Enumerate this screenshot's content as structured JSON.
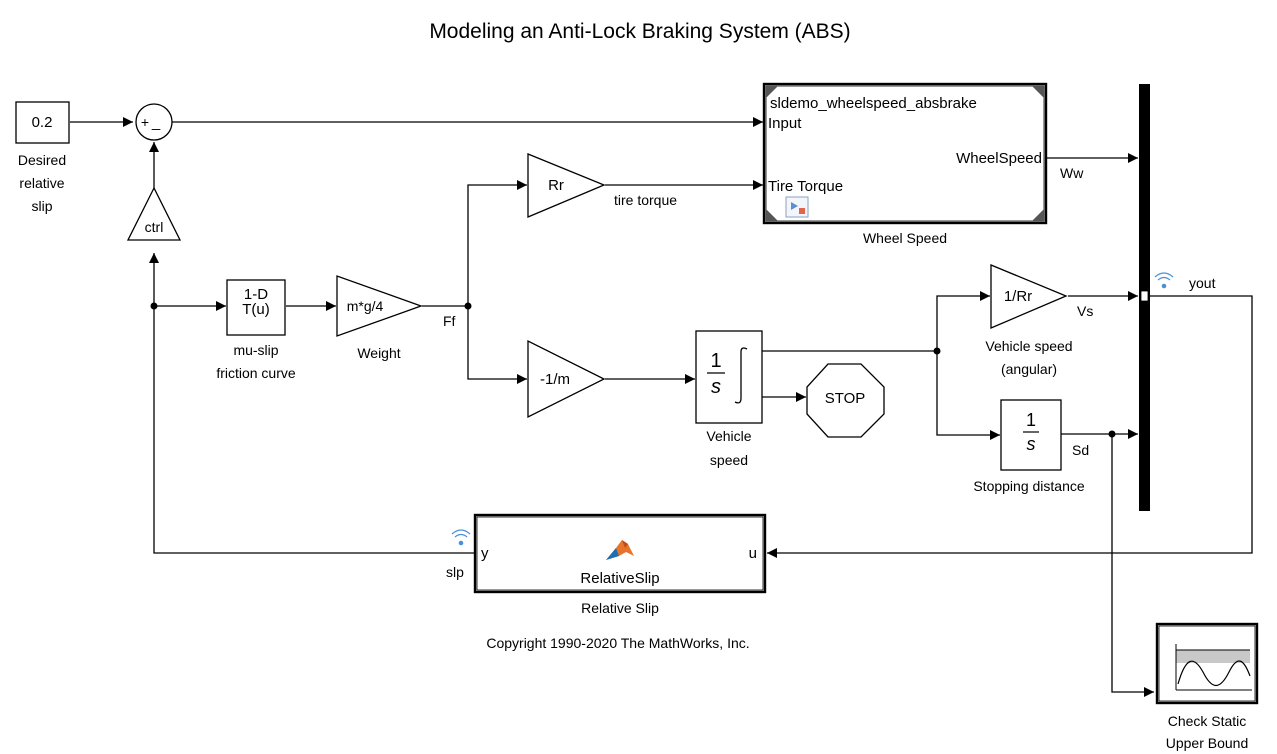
{
  "title": "Modeling an Anti-Lock Braking System (ABS)",
  "footer": "Copyright 1990-2020 The MathWorks, Inc.",
  "blocks": {
    "desired_slip": {
      "value": "0.2",
      "caption": [
        "Desired",
        "relative",
        "slip"
      ]
    },
    "sum": {
      "plus": "+",
      "minus": "_"
    },
    "ctrl": {
      "label": "ctrl"
    },
    "lookup": {
      "line1": "1-D",
      "line2": "T(u)",
      "caption": [
        "mu-slip",
        "friction curve"
      ]
    },
    "weight": {
      "label": "m*g/4",
      "caption": "Weight"
    },
    "rr": {
      "label": "Rr"
    },
    "inv_mass": {
      "label": "-1/m"
    },
    "integrator1": {
      "num": "1",
      "den": "s",
      "caption": [
        "Vehicle",
        "speed"
      ]
    },
    "stop": {
      "label": "STOP"
    },
    "inv_rr": {
      "label": "1/Rr",
      "caption": [
        "Vehicle speed",
        "(angular)"
      ]
    },
    "integrator2": {
      "num": "1",
      "den": "s",
      "caption": "Stopping distance"
    },
    "wheel_speed": {
      "ref": "sldemo_wheelspeed_absbrake",
      "in1": "Input",
      "in2": "Tire Torque",
      "out": "WheelSpeed",
      "caption": "Wheel Speed"
    },
    "relative_slip": {
      "in": "u",
      "out": "y",
      "name": "RelativeSlip",
      "caption": "Relative Slip"
    },
    "scope": {
      "caption": [
        "Check Static",
        "Upper Bound"
      ]
    }
  },
  "signals": {
    "tire_torque": "tire torque",
    "ff": "Ff",
    "ww": "Ww",
    "vs": "Vs",
    "sd": "Sd",
    "yout": "yout",
    "slp": "slp"
  },
  "colors": {
    "line": "#000000",
    "block_fill": "#ffffff",
    "logging_icon": "#4a90d9",
    "matlab_orange": "#e8742c",
    "matlab_blue": "#1b6fb3"
  }
}
